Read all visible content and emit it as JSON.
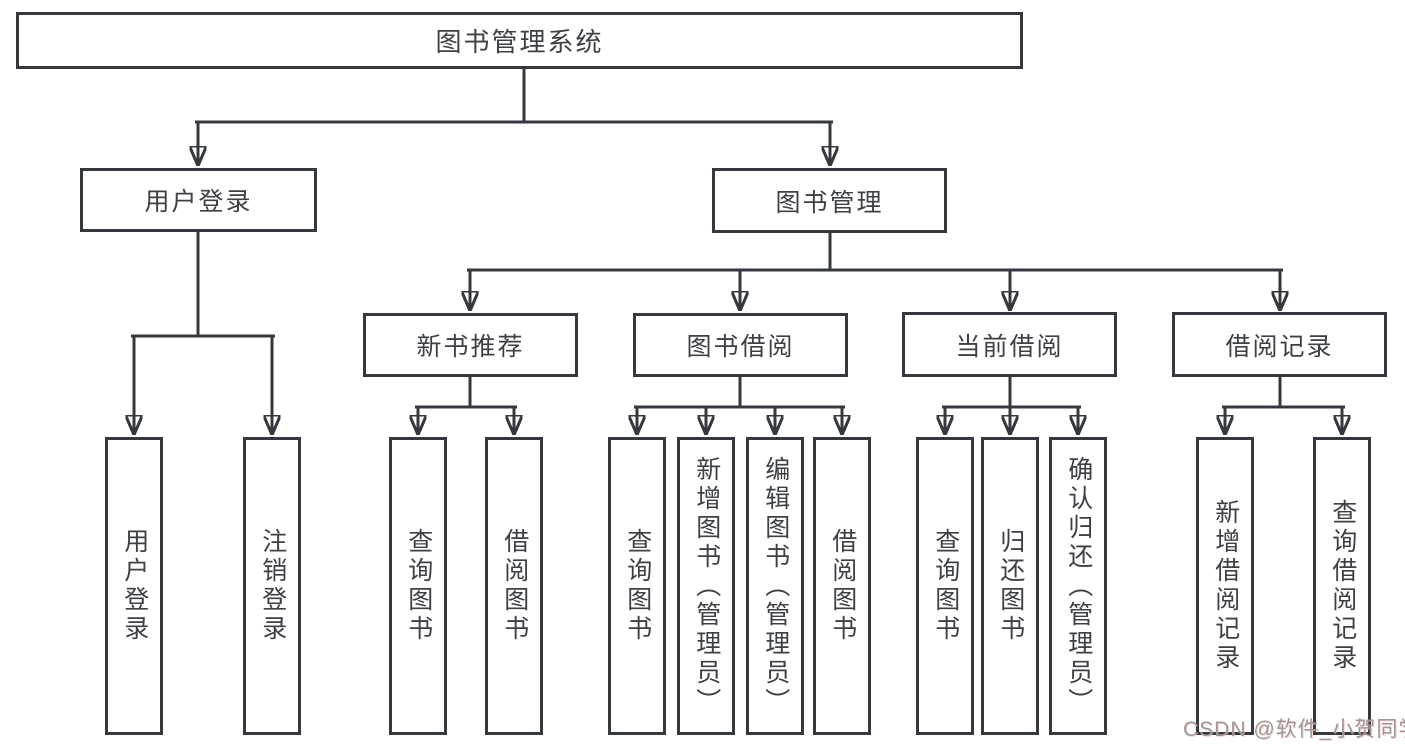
{
  "diagram": {
    "root": {
      "label": "图书管理系统",
      "children": [
        {
          "label": "用户登录",
          "children": [
            {
              "label": "用户登录"
            },
            {
              "label": "注销登录"
            }
          ]
        },
        {
          "label": "图书管理",
          "children": [
            {
              "label": "新书推荐",
              "children": [
                {
                  "label": "查询图书"
                },
                {
                  "label": "借阅图书"
                }
              ]
            },
            {
              "label": "图书借阅",
              "children": [
                {
                  "label": "查询图书"
                },
                {
                  "label": "新增图书（管理员）"
                },
                {
                  "label": "编辑图书（管理员）"
                },
                {
                  "label": "借阅图书"
                }
              ]
            },
            {
              "label": "当前借阅",
              "children": [
                {
                  "label": "查询图书"
                },
                {
                  "label": "归还图书"
                },
                {
                  "label": "确认归还（管理员）"
                }
              ]
            },
            {
              "label": "借阅记录",
              "children": [
                {
                  "label": "新增借阅记录"
                },
                {
                  "label": "查询借阅记录"
                }
              ]
            }
          ]
        }
      ]
    }
  },
  "watermark": {
    "text": "CSDN @软件_小贺同学"
  },
  "colors": {
    "line": "#35383c",
    "text": "#3d4044",
    "box_background": "#ffffff",
    "watermark": "#9d9897"
  }
}
